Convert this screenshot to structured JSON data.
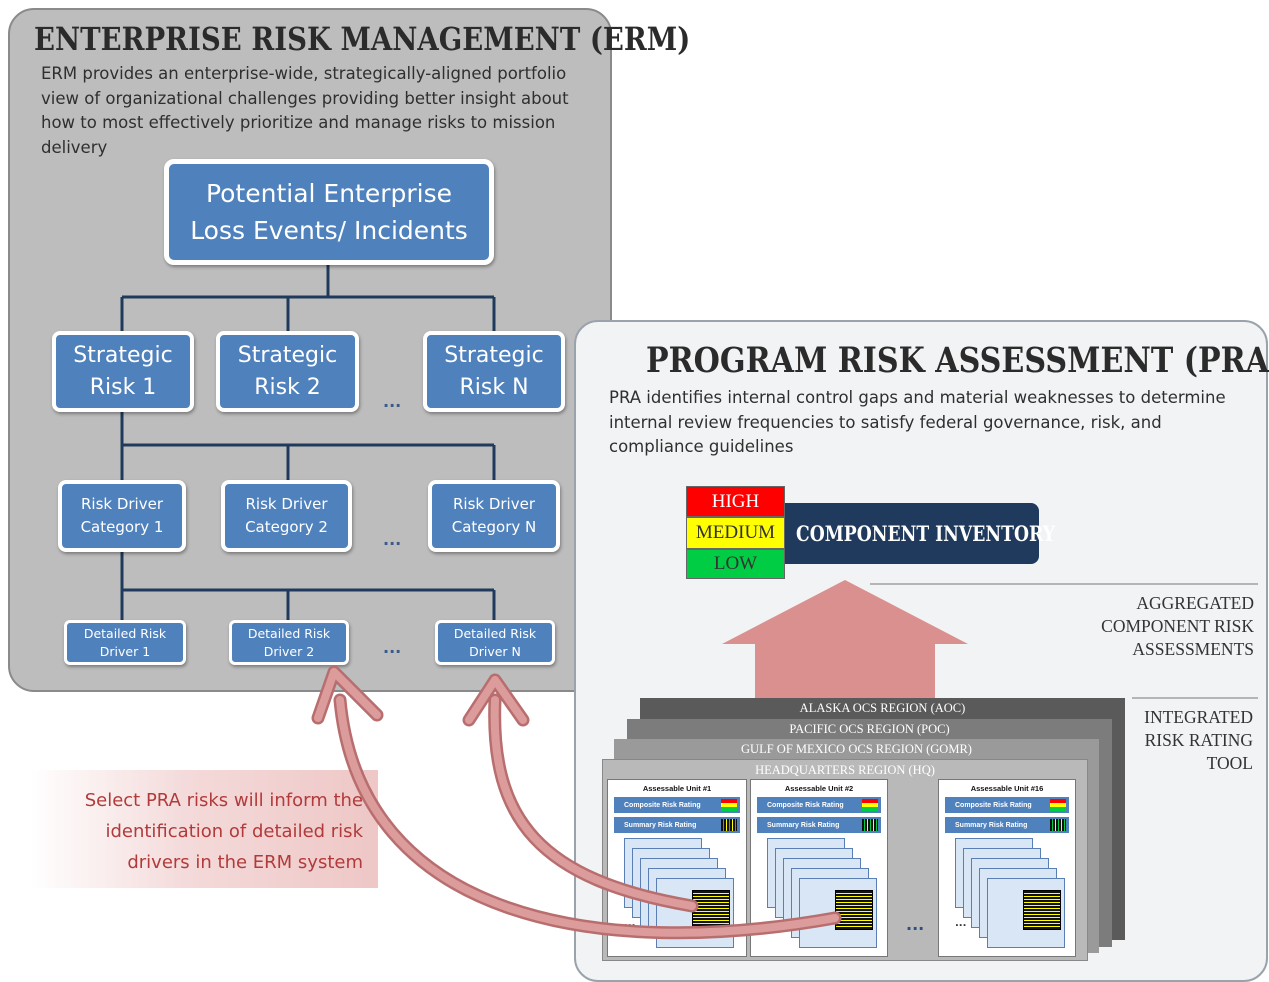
{
  "erm": {
    "title": "ENTERPRISE RISK MANAGEMENT (ERM)",
    "description": "ERM provides an enterprise-wide, strategically-aligned portfolio view of organizational challenges providing better insight about how to most effectively prioritize and manage risks to mission delivery",
    "top_box": "Potential Enterprise Loss Events/ Incidents",
    "strategic_risks": [
      "Strategic Risk 1",
      "Strategic Risk 2",
      "Strategic Risk N"
    ],
    "risk_driver_categories": [
      "Risk Driver Category 1",
      "Risk Driver Category 2",
      "Risk Driver Category N"
    ],
    "detailed_risk_drivers": [
      "Detailed Risk Driver 1",
      "Detailed Risk Driver 2",
      "Detailed Risk Driver N"
    ],
    "ellipsis": "..."
  },
  "pra": {
    "title": "PROGRAM RISK ASSESSMENT (PRA)",
    "description": "PRA identifies internal control gaps and material weaknesses to determine internal review frequencies to satisfy federal governance, risk, and compliance guidelines",
    "ratings": {
      "high": "HIGH",
      "medium": "MEDIUM",
      "low": "LOW"
    },
    "inventory_label": "COMPONENT INVENTORY",
    "aggregated_label": "AGGREGATED COMPONENT RISK ASSESSMENTS",
    "integrated_label": "INTEGRATED RISK RATING TOOL",
    "regions": [
      "ALASKA OCS REGION (AOC)",
      "PACIFIC OCS REGION (POC)",
      "GULF OF MEXICO OCS REGION (GOMR)",
      "HEADQUARTERS REGION (HQ)"
    ],
    "units": [
      {
        "title": "Assessable Unit #1",
        "composite": "Composite Risk Rating",
        "summary": "Summary Risk Rating"
      },
      {
        "title": "Assessable Unit #2",
        "composite": "Composite Risk Rating",
        "summary": "Summary Risk Rating"
      },
      {
        "title": "Assessable Unit #16",
        "composite": "Composite Risk Rating",
        "summary": "Summary Risk Rating"
      }
    ],
    "ellipsis": "..."
  },
  "callout": "Select PRA risks will inform the identification of detailed risk drivers in the ERM system",
  "colors": {
    "box_blue": "#4f81bd",
    "erm_panel": "#bdbdbd",
    "pra_panel": "#f2f3f4",
    "high": "#ff0000",
    "medium": "#ffff00",
    "low": "#00cc44",
    "inventory": "#1f3a5c",
    "arrow": "#d9908e",
    "callout_text": "#b23a3a"
  }
}
